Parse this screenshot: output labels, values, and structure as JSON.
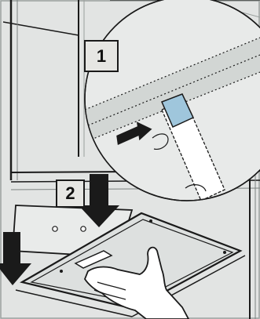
{
  "diagram": {
    "steps": [
      {
        "number": "1"
      },
      {
        "number": "2"
      }
    ],
    "colors": {
      "panel_background": "#e2e4e3",
      "line": "#1a1a1a",
      "filter_glass": "#dde0df",
      "highlight_tab": "#9fc6dc",
      "hand_fill": "#ffffff"
    },
    "icons": [
      "magnifier-circle-inset",
      "down-arrow-icon",
      "pull-arrow-icon",
      "hand-icon",
      "latch-tab-icon"
    ]
  }
}
